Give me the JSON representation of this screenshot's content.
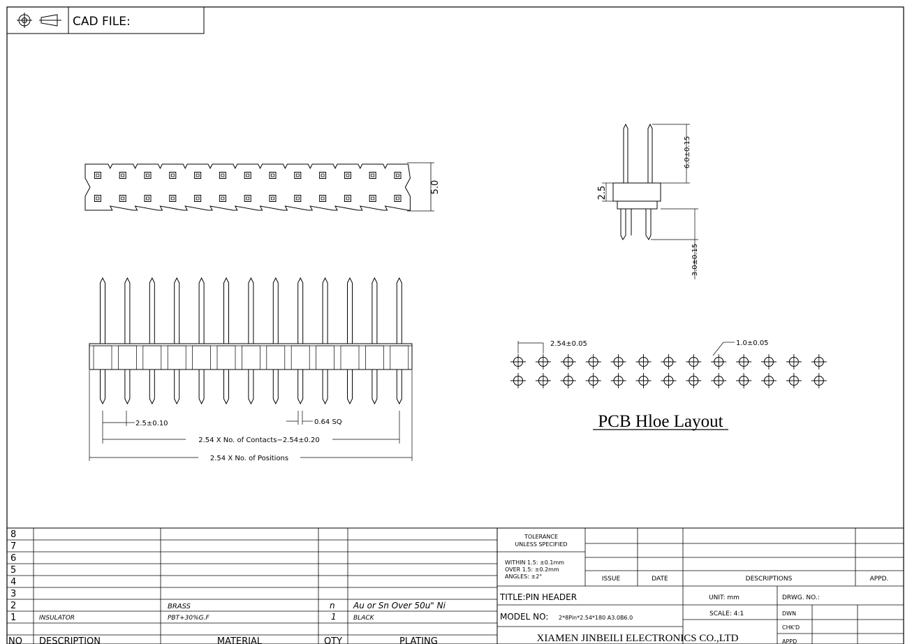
{
  "header": {
    "cad_label": "CAD FILE:",
    "icons": [
      "projection-target-icon",
      "projection-cone-icon"
    ]
  },
  "top_view": {
    "height_dim": "5.0",
    "columns": 13
  },
  "side_view": {
    "pin_count": 13,
    "dim_pitch": "2.5±0.10",
    "dim_pin_size": "0.64 SQ",
    "dim_contacts": "2.54 X No. of Contacts−2.54±0.20",
    "dim_positions": "2.54 X No. of Positions"
  },
  "end_view": {
    "dim_upper": "6.0±0.15",
    "dim_body": "2.5",
    "dim_lower": "3.0±0.15"
  },
  "pcb_layout": {
    "title": "PCB Hloe Layout",
    "dim_pitch": "2.54±0.05",
    "dim_hole": "1.0±0.05",
    "columns": 13,
    "rows": 2
  },
  "bom": {
    "row_numbers": [
      "8",
      "7",
      "6",
      "5",
      "4",
      "3",
      "2",
      "1"
    ],
    "rows": [
      {
        "no": "2",
        "description": "",
        "material": "BRASS",
        "qty": "n",
        "plating": "Au or Sn Over 50u\" Ni"
      },
      {
        "no": "1",
        "description": "INSULATOR",
        "material": "PBT+30%G.F",
        "qty": "1",
        "plating": "BLACK"
      }
    ],
    "header": {
      "no": "NO",
      "description": "DESCRIPTION",
      "material": "MATERIAL",
      "qty": "QTY",
      "plating": "PLATING"
    }
  },
  "title_block": {
    "tolerance_1": "TOLERANCE",
    "tolerance_2": "UNLESS SPECIFIED",
    "within": "WITHIN 1.5: ±0.1mm",
    "over": "OVER 1.5:  ±0.2mm",
    "angles": "ANGLES: ±2°",
    "issue": "ISSUE",
    "date": "DATE",
    "descriptions": "DESCRIPTIONS",
    "appd_header": "APPD.",
    "title": "TITLE:PIN HEADER",
    "unit": "UNIT: mm",
    "drwg_no": "DRWG. NO.:",
    "model_label": "MODEL NO:",
    "model_value": "2*8Pin*2.54*180 A3.0B6.0",
    "scale": "SCALE: 4:1",
    "dwn": "DWN",
    "chkd": "CHK'D",
    "appd": "APPD",
    "company": "XIAMEN JINBEILI ELECTRONICS CO.,LTD"
  }
}
